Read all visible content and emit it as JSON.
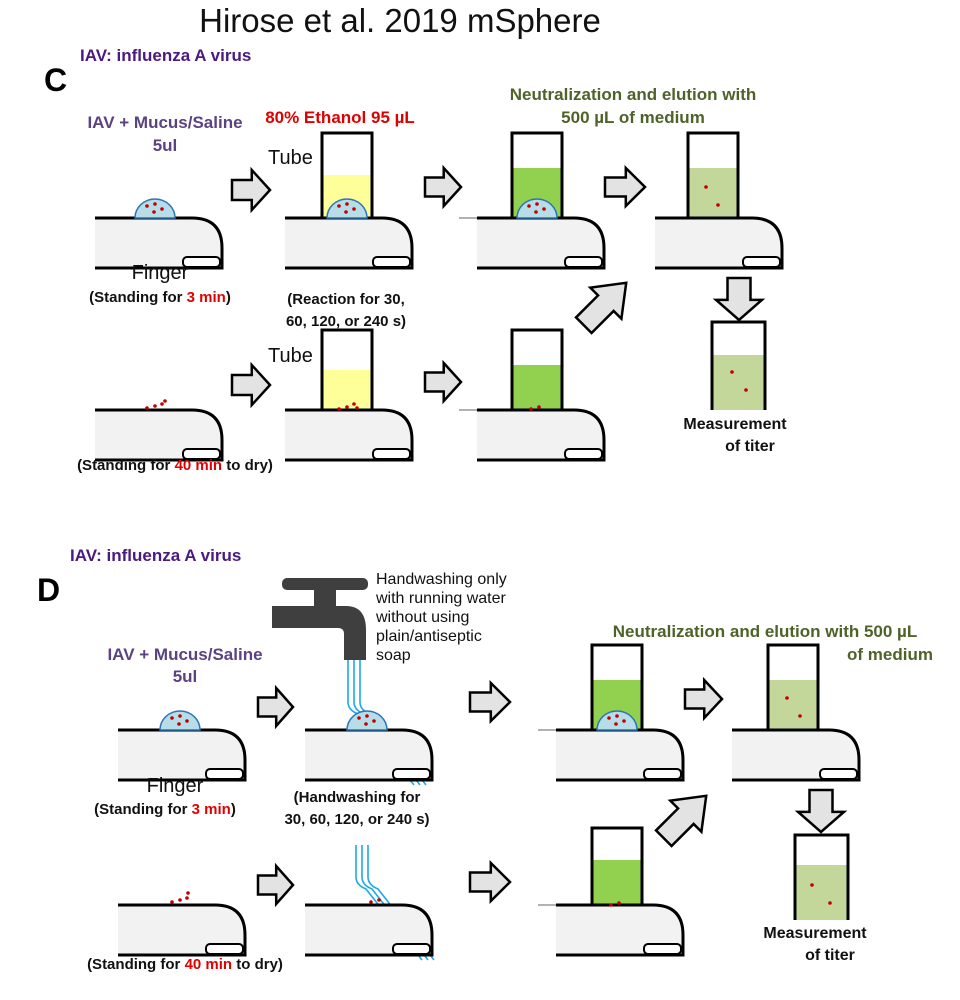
{
  "title": "Hirose et al. 2019 mSphere",
  "colors": {
    "purple": "#4b1a80",
    "red": "#e00000",
    "olive": "#4f6228",
    "ethanol": "#ffff99",
    "medium": "#92d050",
    "eluate": "#c4d79b",
    "mucus": "#b7dee8",
    "water": "#1fa8e6"
  },
  "panel_c": {
    "letter": "C",
    "abbrev": "IAV: influenza A virus",
    "sample_line1": "IAV + Mucus/Saline",
    "sample_line2": "5ul",
    "finger_label": "Finger",
    "standing_pre": "(Standing for ",
    "standing_time": "3 min",
    "standing_post": ")",
    "ethanol_label": "80% Ethanol 95 µL",
    "tube_label": "Tube",
    "tube_label_2": "Tube",
    "reaction_line1": "(Reaction for 30,",
    "reaction_line2": "60, 120, or 240 s)",
    "neutral_line1": "Neutralization and elution with",
    "neutral_line2": "500 µL of medium",
    "measure_line1": "Measurement",
    "measure_line2": "of titer",
    "dry_pre": "(Standing for ",
    "dry_time": "40 min",
    "dry_post": " to dry)"
  },
  "panel_d": {
    "letter": "D",
    "abbrev": "IAV: influenza A virus",
    "handwash_note": [
      "Handwashing only",
      "with running water",
      "without using",
      "plain/antiseptic",
      "soap"
    ],
    "sample_line1": "IAV + Mucus/Saline",
    "sample_line2": "5ul",
    "finger_label": "Finger",
    "standing_pre": "(Standing for ",
    "standing_time": "3 min",
    "standing_post": ")",
    "wash_line1": "(Handwashing for",
    "wash_line2": "30, 60, 120, or 240 s)",
    "neutral_line1": "Neutralization and elution with 500 µL",
    "neutral_line2": "of medium",
    "measure_line1": "Measurement",
    "measure_line2": "of titer",
    "dry_pre": "(Standing for ",
    "dry_time": "40 min",
    "dry_post": " to dry)"
  }
}
